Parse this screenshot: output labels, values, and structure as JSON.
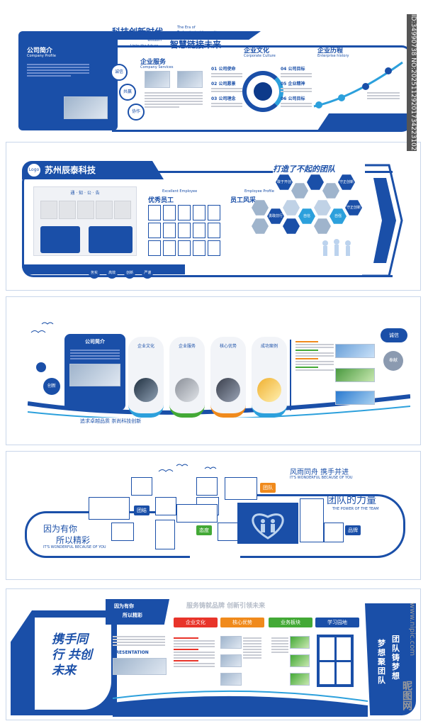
{
  "watermark": {
    "side_id": "ID:34990738 NO:20251129201734223102",
    "site": "www.nipic.com",
    "brand": "昵图网"
  },
  "p1": {
    "slogan_main": "科技创新时代",
    "slogan_en1": "The Era of",
    "slogan_en2": "Technological Innovation",
    "slogan_sub": "智慧链接未来",
    "slogan_sub_en1": "Wisdom",
    "slogan_sub_en2": "Links the future",
    "profile_title": "公司简介",
    "profile_en": "Company Profile",
    "badges": [
      "诚信",
      "共赢",
      "协作"
    ],
    "services_title": "企业服务",
    "services_en": "Company Services",
    "steps": [
      "01 公司使命",
      "02 公司愿景",
      "03 公司理念",
      "04 公司目标",
      "05 企业精神",
      "06 公司目标"
    ],
    "culture_title": "企业文化",
    "culture_en": "Corporate Culture",
    "history_title": "企业历程",
    "history_en": "Enterprise history"
  },
  "p2": {
    "logo": "Logo",
    "company": "苏州辰泰科技",
    "slogan": "打造了不起的团队",
    "notice": "通 · 知 · 公 · 告",
    "excellent": "优秀员工",
    "excellent_en": "Excellent Employee",
    "style": "员工风采",
    "style_en": "Employee Profile",
    "hexes": [
      "敢于开创",
      "守正创新",
      "勇敢前行",
      "自信",
      "自强",
      "守正创新"
    ],
    "values": [
      "务实",
      "高效",
      "创新",
      "严谨"
    ]
  },
  "p3": {
    "profile": "公司简介",
    "sections": [
      "企业文化",
      "企业服务",
      "核心优势",
      "成功案例"
    ],
    "tags": [
      "诚信",
      "奉献"
    ],
    "innovate": "创新",
    "slogan": "追求卓越品质   崇尚科技创新"
  },
  "p4": {
    "left1": "因为有你",
    "left2": "所以精彩",
    "left_en": "IT'S WONDERFUL BECAUSE OF YOU",
    "right1": "风雨同舟  携手并进",
    "right1_en": "IT'S WONDERFUL BECAUSE OF YOU",
    "right2": "团队的力量",
    "right2_en": "THE POWER OF THE TEAM",
    "labels": [
      "团队",
      "团结",
      "态度",
      "品牌"
    ]
  },
  "p5": {
    "headline": "服务铸就品牌  创新引领未来",
    "left_slogan": "携手同行 共创未来",
    "top_left1": "因为有你",
    "top_left2": "所以精彩",
    "tabs": [
      "企业文化",
      "核心优势",
      "业务板块",
      "学习园地"
    ],
    "right1": "梦想聚团队",
    "right2": "团队铸梦想",
    "template": "PRESENTATION"
  },
  "colors": {
    "blue": "#1a4fa8",
    "dark": "#0d3a8a",
    "red": "#e8342a",
    "orange": "#f08a1c",
    "green": "#43a936",
    "lightblue": "#2ca0dc"
  }
}
